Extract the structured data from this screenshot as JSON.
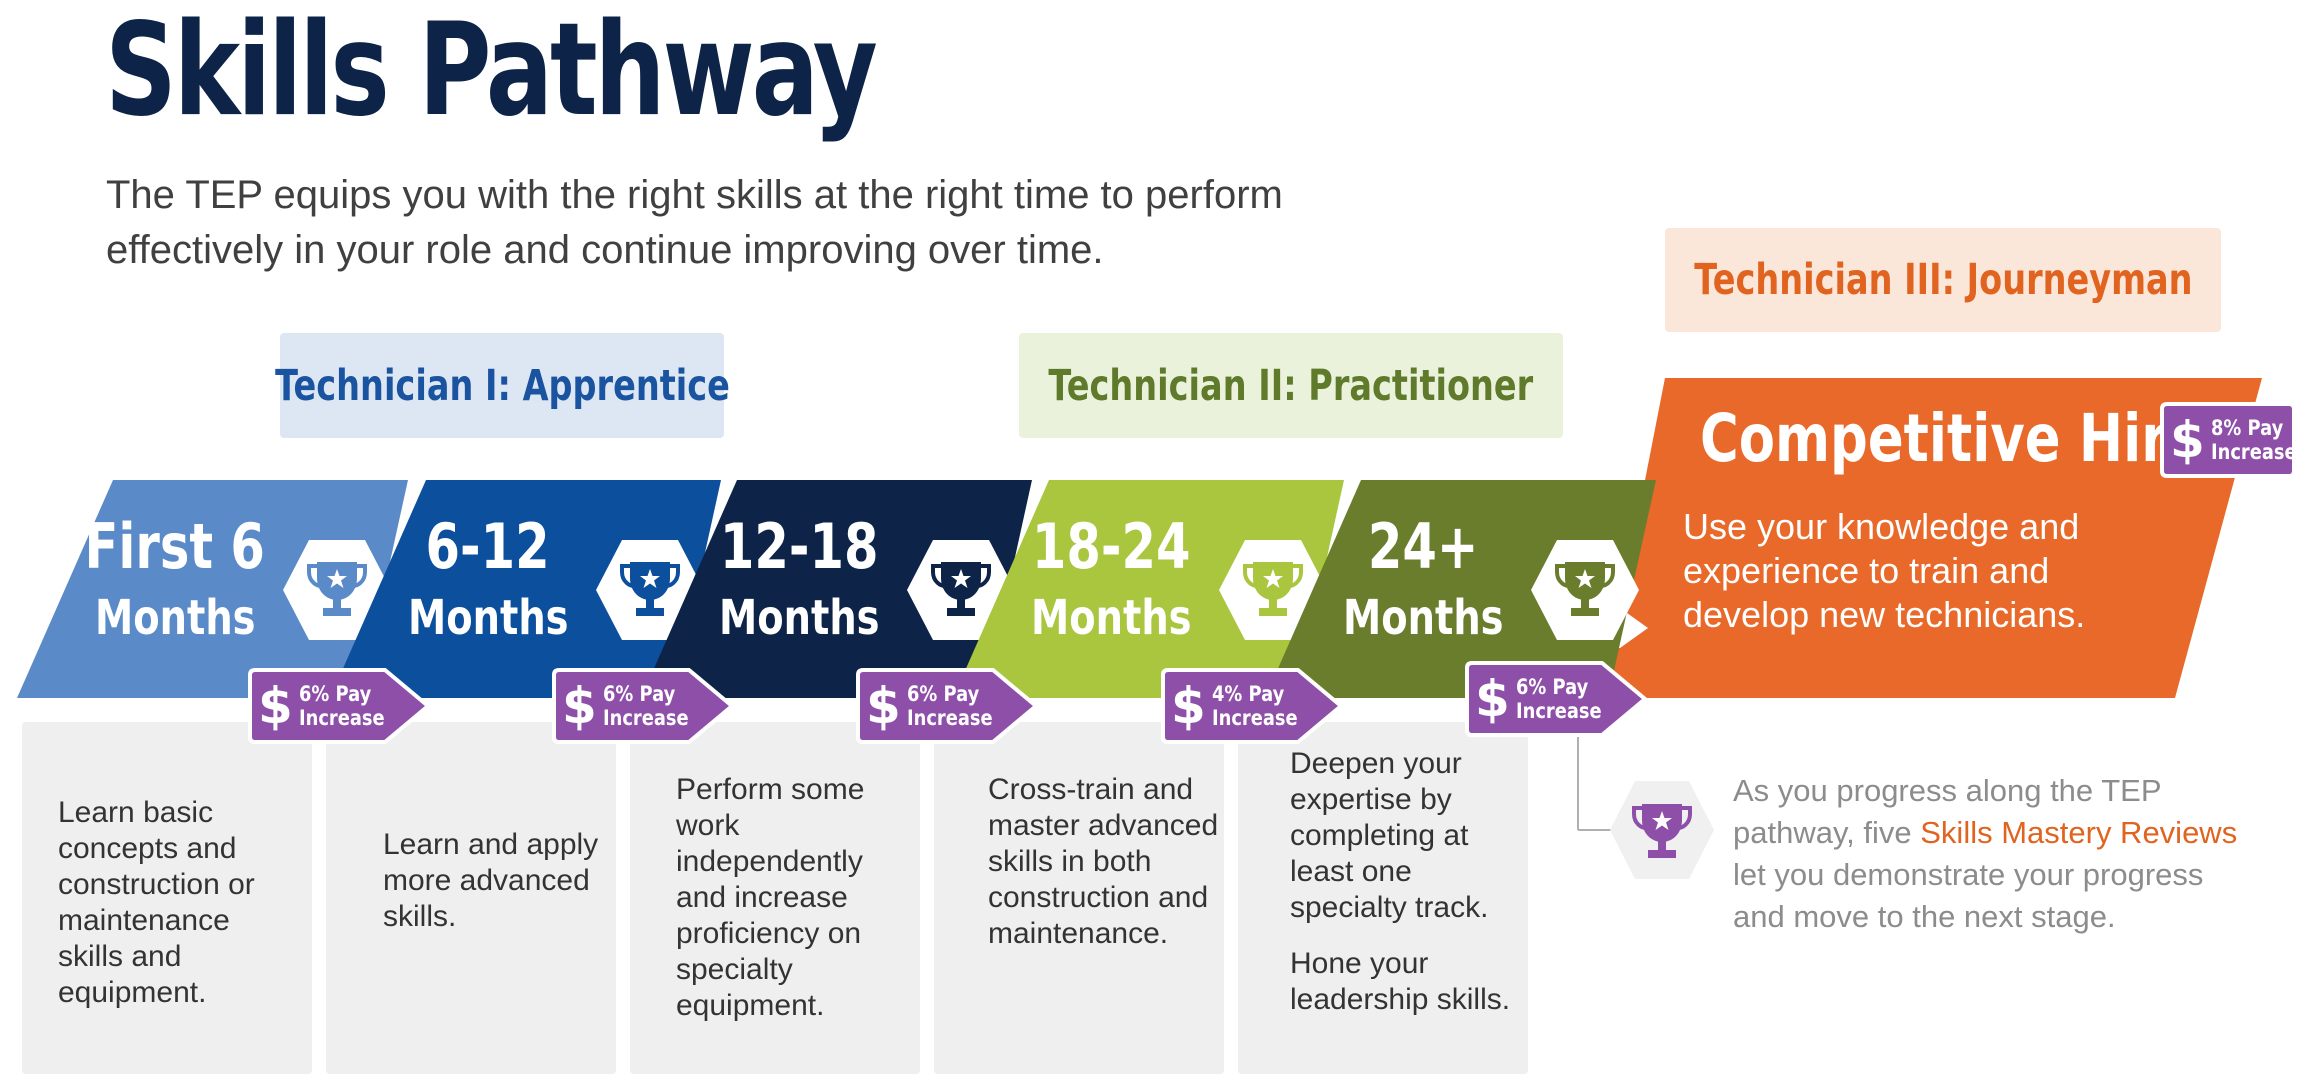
{
  "title": "Skills Pathway",
  "subtitle": "The TEP equips you with the right skills at the right time to perform effectively in your role and continue improving over time.",
  "tiers": [
    {
      "label": "Technician I: Apprentice",
      "bg": "#dde6f3",
      "color": "#1a54a0"
    },
    {
      "label": "Technician II: Practitioner",
      "bg": "#ebf2dc",
      "color": "#5e7a2a"
    },
    {
      "label": "Technician III: Journeyman",
      "bg": "#fbe6da",
      "color": "#e0641f"
    }
  ],
  "stages": [
    {
      "line1": "First 6",
      "line2": "Months",
      "color": "#5a8ac8",
      "trophy_color": "#5a8ac8",
      "description": [
        "Learn basic concepts and construction or maintenance skills and equipment."
      ]
    },
    {
      "line1": "6-12",
      "line2": "Months",
      "color": "#0c4f9c",
      "trophy_color": "#0c4f9c",
      "description": [
        "Learn and apply more advanced skills."
      ]
    },
    {
      "line1": "12-18",
      "line2": "Months",
      "color": "#0d2448",
      "trophy_color": "#0d2448",
      "description": [
        "Perform some work independently and increase proficiency on specialty equipment."
      ]
    },
    {
      "line1": "18-24",
      "line2": "Months",
      "color": "#a9c63e",
      "trophy_color": "#a9c63e",
      "description": [
        "Cross-train and master advanced skills in both construction and maintenance."
      ]
    },
    {
      "line1": "24+",
      "line2": "Months",
      "color": "#6a7d2d",
      "trophy_color": "#6a7d2d",
      "description": [
        "Deepen your expertise by completing at least one specialty track.",
        "Hone your leadership skills."
      ]
    }
  ],
  "pay_badges": [
    {
      "percent": "6% Pay",
      "word": "Increase",
      "symbol": "$"
    },
    {
      "percent": "6% Pay",
      "word": "Increase",
      "symbol": "$"
    },
    {
      "percent": "6% Pay",
      "word": "Increase",
      "symbol": "$"
    },
    {
      "percent": "4% Pay",
      "word": "Increase",
      "symbol": "$"
    },
    {
      "percent": "6% Pay",
      "word": "Increase",
      "symbol": "$"
    },
    {
      "percent": "8% Pay",
      "word": "Increase",
      "symbol": "$"
    }
  ],
  "competitive": {
    "title": "Competitive Hire",
    "description": "Use your knowledge and experience to train and develop new technicians.",
    "color": "#e8692a"
  },
  "legend": {
    "text_before": "As you progress along the TEP pathway, five ",
    "highlight": "Skills Mastery Reviews",
    "text_after": " let you demonstrate your progress and move to the next stage.",
    "icon": "trophy-icon",
    "icon_color": "#8e4fa8"
  },
  "colors": {
    "badge": "#8e4fa8",
    "card_bg": "#efefef",
    "title": "#0d2448"
  }
}
